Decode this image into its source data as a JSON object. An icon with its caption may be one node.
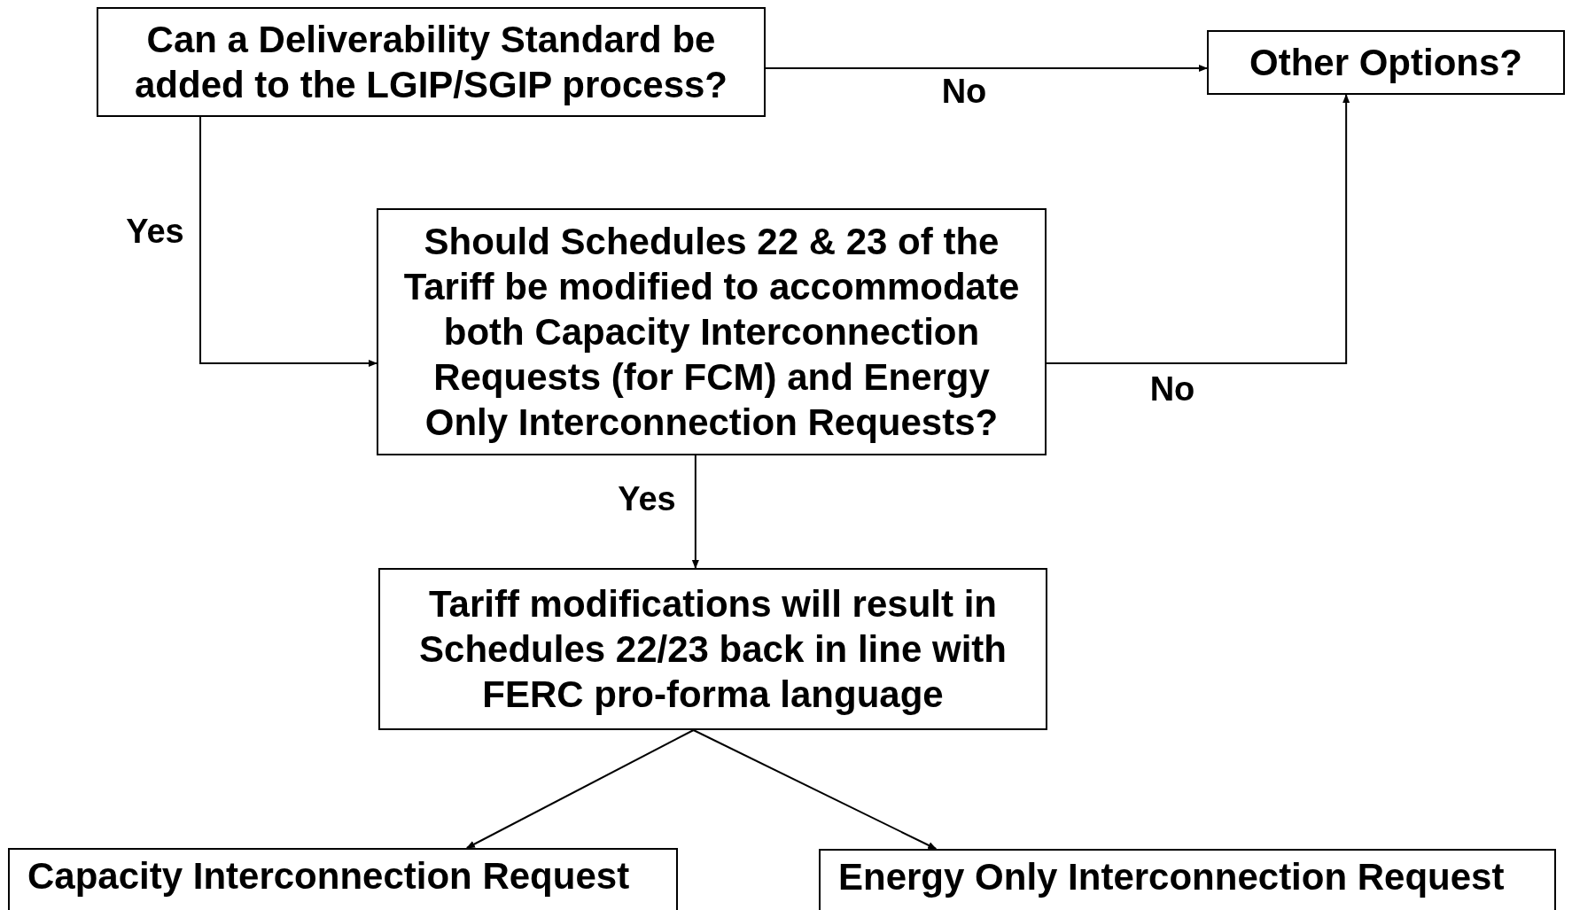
{
  "diagram": {
    "nodes": [
      {
        "text": [
          "Can a Deliverability Standard be added to the LGIP/SGIP process?"
        ]
      },
      {
        "text": [
          "Other Options?"
        ]
      },
      {
        "text": [
          "Should Schedules 22 & 23 of the Tariff be modified to accommodate both Capacity Interconnection Requests (for FCM) and Energy Only Interconnection Requests?"
        ]
      },
      {
        "text": [
          "Tariff modifications will result in Schedules 22/23 back in line with FERC pro-forma language"
        ]
      },
      {
        "text": [
          "Capacity Interconnection Request"
        ]
      },
      {
        "text": [
          "Energy Only Interconnection Request"
        ]
      }
    ],
    "edges": [
      {
        "from": 0,
        "to": 1,
        "arrow": "to",
        "label": "No"
      },
      {
        "from": 0,
        "to": 2,
        "arrow": "to",
        "label": "Yes"
      },
      {
        "from": 2,
        "to": 1,
        "arrow": "to",
        "label": "No"
      },
      {
        "from": 2,
        "to": 3,
        "arrow": "to",
        "label": "Yes"
      },
      {
        "from": 3,
        "to": 4,
        "arrow": "to"
      },
      {
        "from": 3,
        "to": 5,
        "arrow": "to"
      }
    ]
  }
}
